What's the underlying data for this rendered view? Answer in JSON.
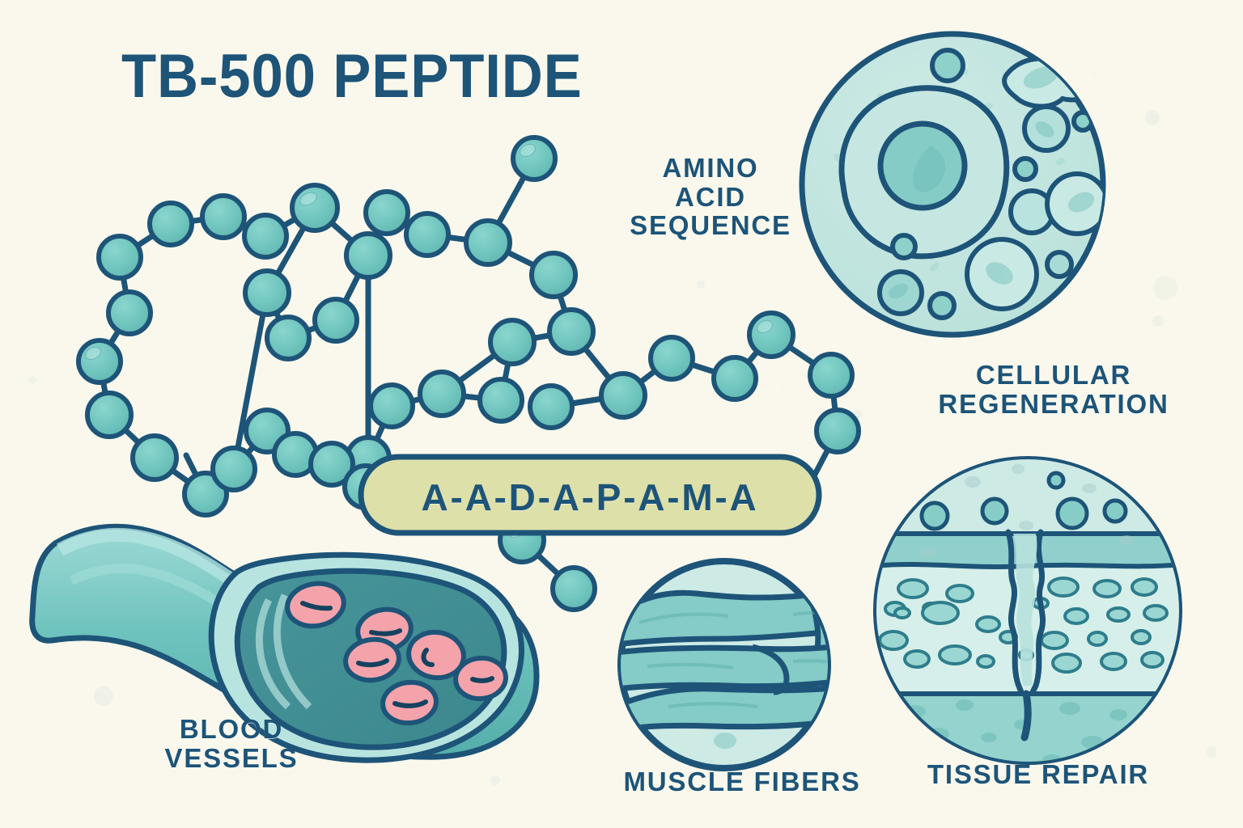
{
  "meta": {
    "background_color": "#faf8ec",
    "ink_color": "#1d5478",
    "bead_fill": "#6ec4bd",
    "pill_fill": "#dde0a8",
    "pale_teal": "#bfe3df",
    "mid_teal": "#8fd0cc",
    "deep_teal": "#3f8d92",
    "rbc_pink": "#f4a3ab"
  },
  "title": "TB-500 PEPTIDE",
  "labels": {
    "amino_acid_sequence": "AMINO\nACID\nSEQUENCE",
    "cellular_regeneration": "CELLULAR\nREGENERATION",
    "blood_vessels": "BLOOD\nVESSELS",
    "muscle_fibers": "MUSCLE FIBERS",
    "tissue_repair": "TISSUE REPAIR"
  },
  "sequence": {
    "display": "A-A-D-A-P-A-M-A",
    "residues": [
      "A",
      "A",
      "D",
      "A",
      "P",
      "A",
      "M",
      "A"
    ],
    "separator": "-"
  },
  "illustrations": [
    {
      "name": "peptide-chain",
      "description": "Branching chain of teal amino-acid beads linked by navy bonds",
      "bead_count": 44
    },
    {
      "name": "cell-diagram",
      "description": "Round cell with nucleus, nucleolus and vacuole organelles",
      "label": "CELLULAR REGENERATION"
    },
    {
      "name": "blood-vessel",
      "description": "Cut-away teal vessel tube with pink red blood cells in the lumen",
      "label": "BLOOD VESSELS",
      "red_blood_cell_count": 6
    },
    {
      "name": "muscle-fiber-circle",
      "description": "Circular inset of overlapping horizontal muscle fiber bands",
      "label": "MUSCLE FIBERS"
    },
    {
      "name": "tissue-repair-circle",
      "description": "Circular inset of layered tissue split by a healing wound crack",
      "label": "TISSUE REPAIR"
    }
  ]
}
